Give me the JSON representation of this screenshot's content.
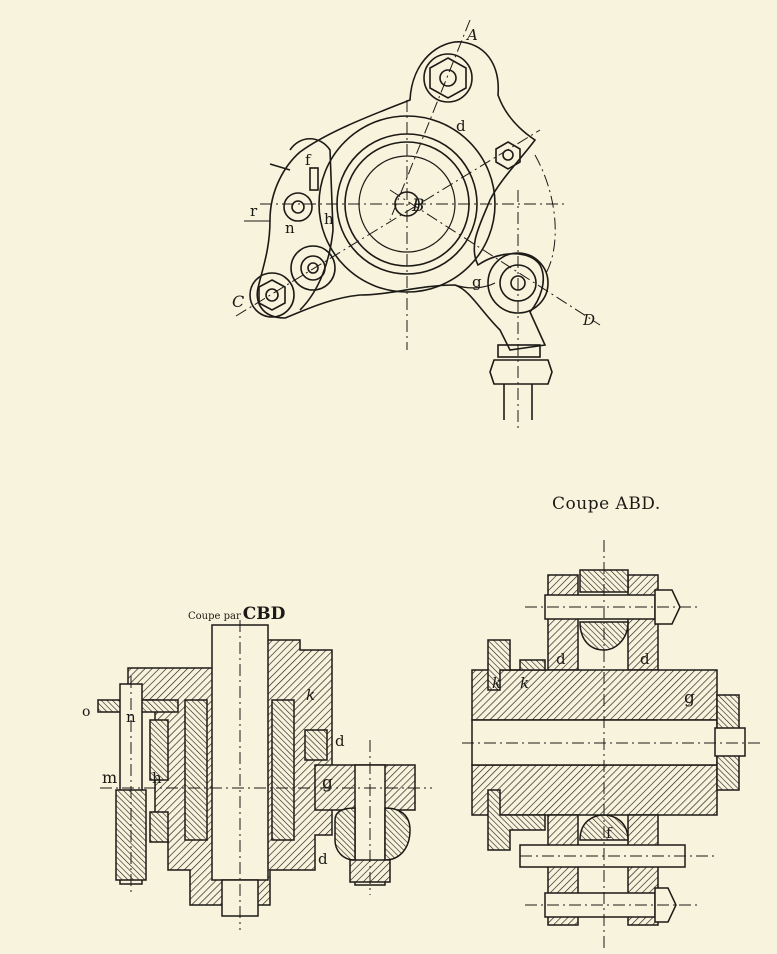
{
  "plan_view": {
    "labels": {
      "A": "A",
      "B": "B",
      "C": "C",
      "D": "D",
      "d": "d",
      "f": "f",
      "g": "g",
      "h": "h",
      "n": "n",
      "r": "r"
    }
  },
  "section_cbd": {
    "caption_prefix": "Coupe par",
    "caption_main": "CBD",
    "labels": {
      "o": "o",
      "n": "n",
      "m": "m",
      "h": "h",
      "k": "k",
      "d": "d",
      "g": "g",
      "d2": "d"
    }
  },
  "section_abd": {
    "caption": "Coupe ABD.",
    "labels": {
      "d": "d",
      "d2": "d",
      "k": "k",
      "k2": "k",
      "g": "g",
      "f": "f"
    }
  },
  "colors": {
    "paper": "#f7f3dc",
    "ink": "#1c1a16"
  }
}
